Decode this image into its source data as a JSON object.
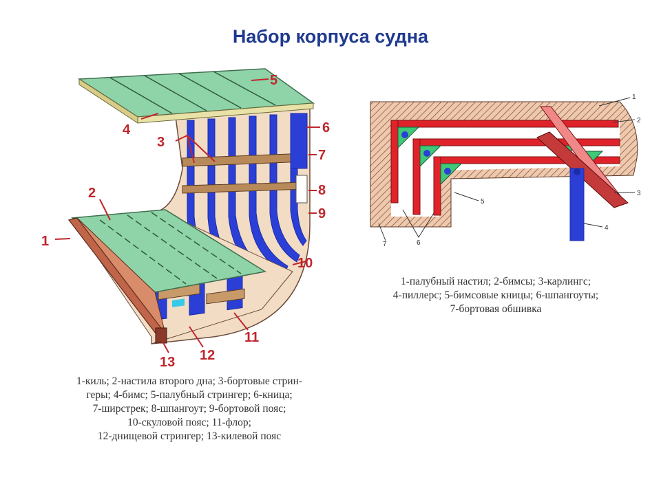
{
  "title": "Набор корпуса судна",
  "left_diagram": {
    "labels": [
      "1",
      "2",
      "3",
      "4",
      "5",
      "6",
      "7",
      "8",
      "9",
      "10",
      "11",
      "12",
      "13"
    ],
    "caption_lines": [
      "1-киль; 2-настила второго дна; 3-бортовые стрин-",
      "геры; 4-бимс; 5-палубный стрингер; 6-кница;",
      "7-ширстрек; 8-шпангоут; 9-бортовой пояс;",
      "10-скуловой пояс; 11-флор;",
      "12-днищевой стрингер; 13-килевой пояс"
    ]
  },
  "right_diagram": {
    "labels": [
      "1",
      "2",
      "3",
      "4",
      "5",
      "6",
      "7"
    ],
    "caption_lines": [
      "1-палубный настил; 2-бимсы; 3-карлингс;",
      "4-пиллерс; 5-бимсовые кницы; 6-шпангоуты;",
      "7-бортовая обшивка"
    ]
  },
  "colors": {
    "title": "#1f3a8f",
    "deck_green": "#8fd3a8",
    "frame_blue": "#2b3fd6",
    "plate_cream": "#f3dcc4",
    "red_member": "#e0232a",
    "hatch_bg": "#efc9ae",
    "label_red": "#c0262d"
  }
}
